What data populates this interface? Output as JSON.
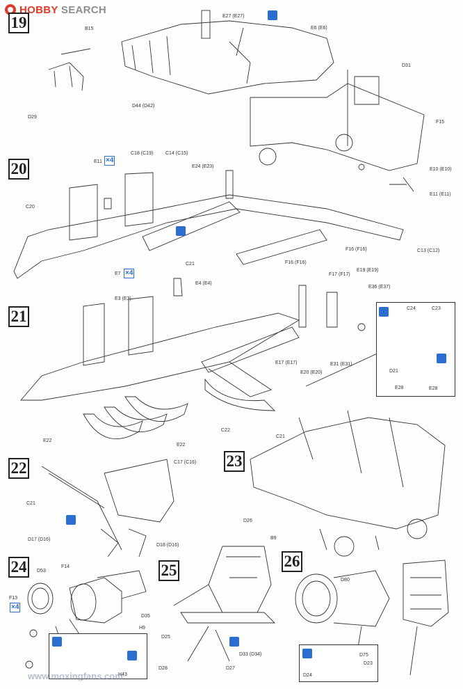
{
  "brand": {
    "name": "HOBBY SEARCH",
    "prefix": "H",
    "word1": "OBBY",
    "word2": "SEARCH"
  },
  "steps": [
    "19",
    "20",
    "21",
    "22",
    "23",
    "24",
    "25",
    "26"
  ],
  "labels": {
    "s19": [
      "B15",
      "D29",
      "E27 (E27)",
      "E6 (E6)",
      "D44 (D42)",
      "D31",
      "F15",
      "E10 (E10)",
      "E11 (E11)"
    ],
    "s20": [
      "E11",
      "C18 (C19)",
      "C14 (C15)",
      "E24 (E23)",
      "C20",
      "E7",
      "C21",
      "F16 (F16)",
      "F16 (F16)",
      "C13 (C12)"
    ],
    "s21": [
      "E4 (E4)",
      "E3 (E3)",
      "F17 (F17)",
      "E19 (E19)",
      "E36 (E37)",
      "E17 (E17)",
      "E31 (E31)",
      "E20 (E20)",
      "E22",
      "E22",
      "C22",
      "C24",
      "C23",
      "D21",
      "E28",
      "E28"
    ],
    "s22": [
      "C17 (C16)",
      "C21",
      "D17 (D16)",
      "D18 (D16)"
    ],
    "s23": [
      "C21"
    ],
    "s24": [
      "D53",
      "F14",
      "F13",
      "D35",
      "H9",
      "H43"
    ],
    "s25": [
      "D26",
      "B9",
      "D25",
      "D33 (D34)",
      "D28",
      "D27"
    ],
    "s26": [
      "D80",
      "D75",
      "D23",
      "D24"
    ]
  },
  "multipliers": {
    "x4": "×4"
  },
  "watermark": "www.moxingfans.com"
}
